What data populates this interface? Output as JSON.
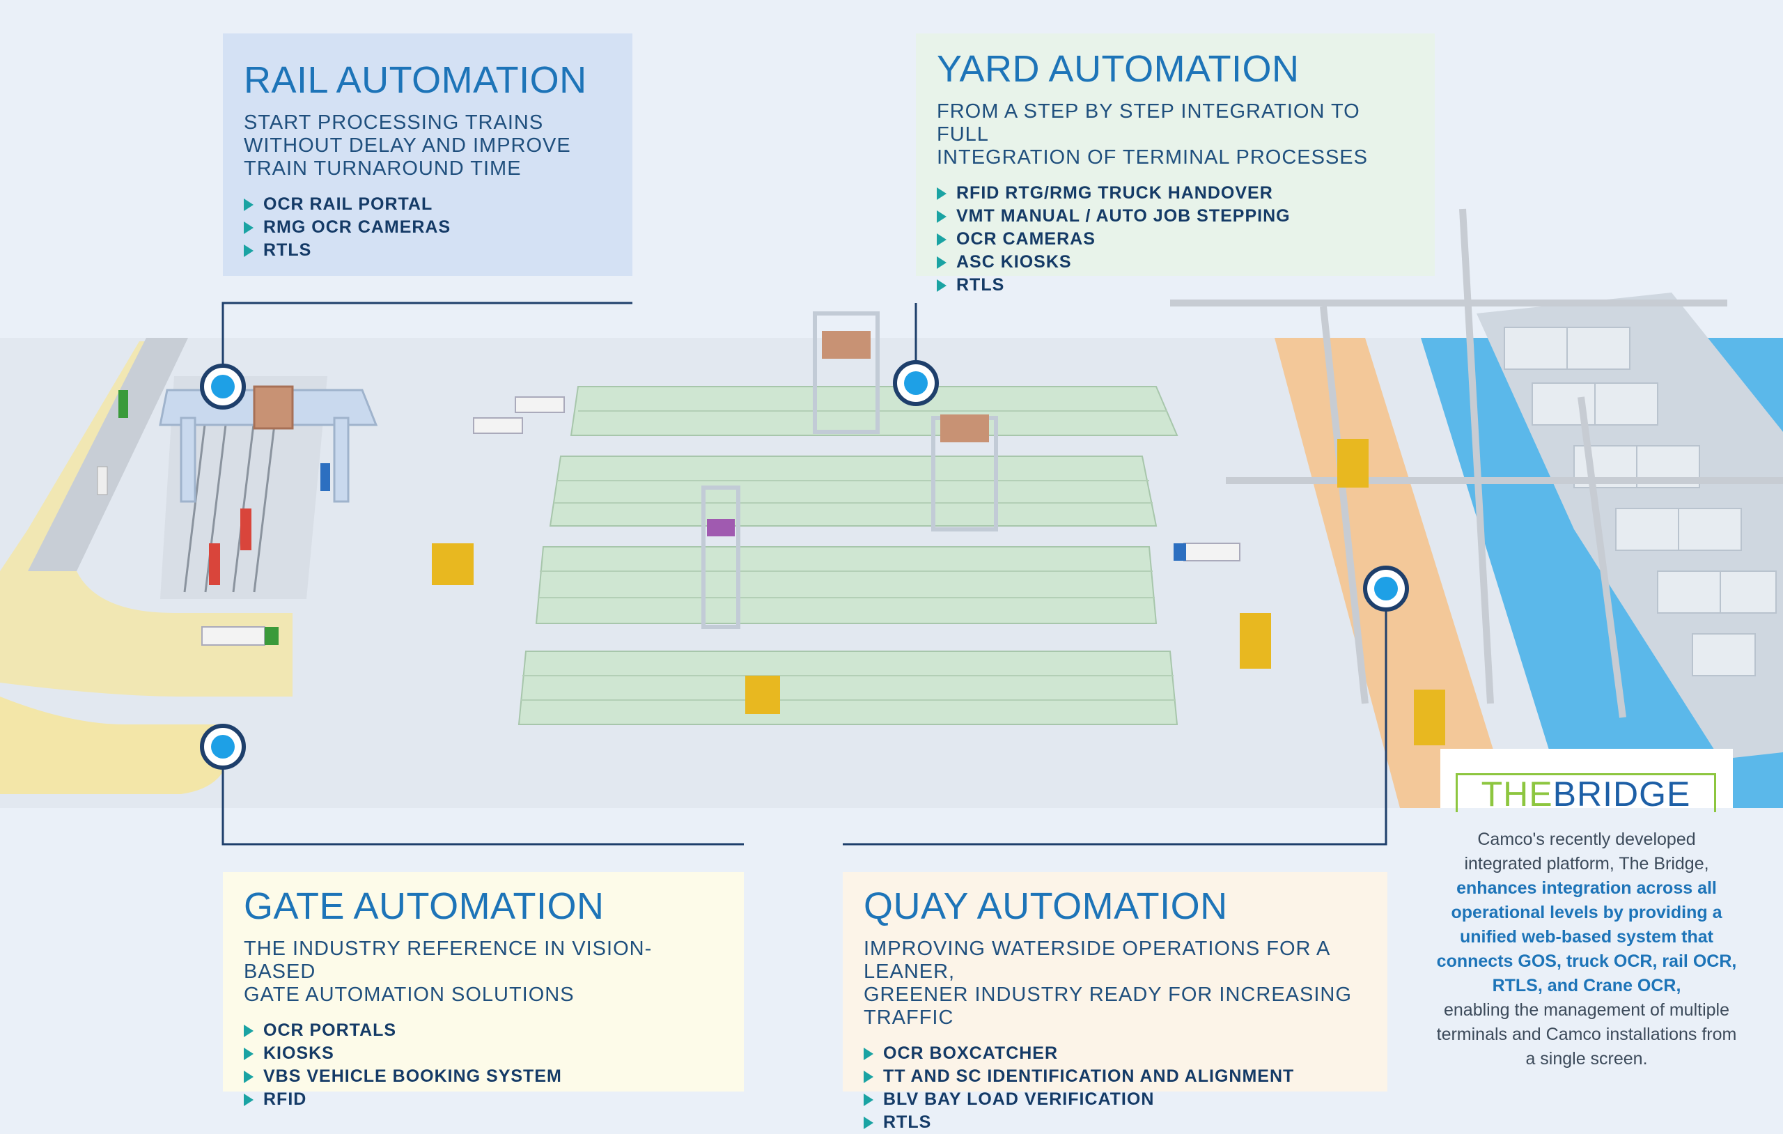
{
  "rail": {
    "title": "RAIL AUTOMATION",
    "subtitle": [
      "START PROCESSING TRAINS",
      "WITHOUT DELAY AND IMPROVE",
      "TRAIN TURNAROUND TIME"
    ],
    "items": [
      "OCR RAIL PORTAL",
      "RMG OCR CAMERAS",
      "RTLS"
    ]
  },
  "yard": {
    "title": "YARD AUTOMATION",
    "subtitle": [
      "FROM A STEP BY STEP INTEGRATION TO FULL",
      "INTEGRATION OF TERMINAL PROCESSES"
    ],
    "items": [
      "RFID RTG/RMG TRUCK HANDOVER",
      "VMT MANUAL / AUTO JOB STEPPING",
      "OCR CAMERAS",
      "ASC KIOSKS",
      "RTLS"
    ]
  },
  "gate": {
    "title": "GATE AUTOMATION",
    "subtitle": [
      "THE INDUSTRY REFERENCE IN VISION-BASED",
      "GATE AUTOMATION SOLUTIONS"
    ],
    "items": [
      "OCR PORTALS",
      "KIOSKS",
      "VBS VEHICLE BOOKING SYSTEM",
      "RFID"
    ]
  },
  "quay": {
    "title": "QUAY AUTOMATION",
    "subtitle": [
      "IMPROVING WATERSIDE OPERATIONS FOR A LEANER,",
      "GREENER INDUSTRY READY FOR INCREASING TRAFFIC"
    ],
    "items": [
      "OCR BOXCATCHER",
      "TT AND SC IDENTIFICATION AND ALIGNMENT",
      "BLV BAY LOAD VERIFICATION",
      "RTLS"
    ]
  },
  "bridge": {
    "logo_the": "THE",
    "logo_bridge": "BRIDGE",
    "text_1": "Camco's recently developed",
    "text_2": "integrated platform, The Bridge,",
    "text_bold": "enhances integration across all operational levels by providing a unified web-based system that connects GOS, truck OCR, rail OCR, RTLS, and Crane OCR,",
    "text_3": "enabling the management of multiple terminals and Camco installations from a single screen."
  },
  "colors": {
    "accent": "#1d74b8",
    "navy": "#143a66",
    "bullet": "#1aa3a3",
    "bridge_green": "#8dc63f",
    "water": "#5bb8ea",
    "quay_zone": "#f5c48f",
    "gate_zone": "#f3e6a8",
    "stack": "#cfe6d2"
  }
}
